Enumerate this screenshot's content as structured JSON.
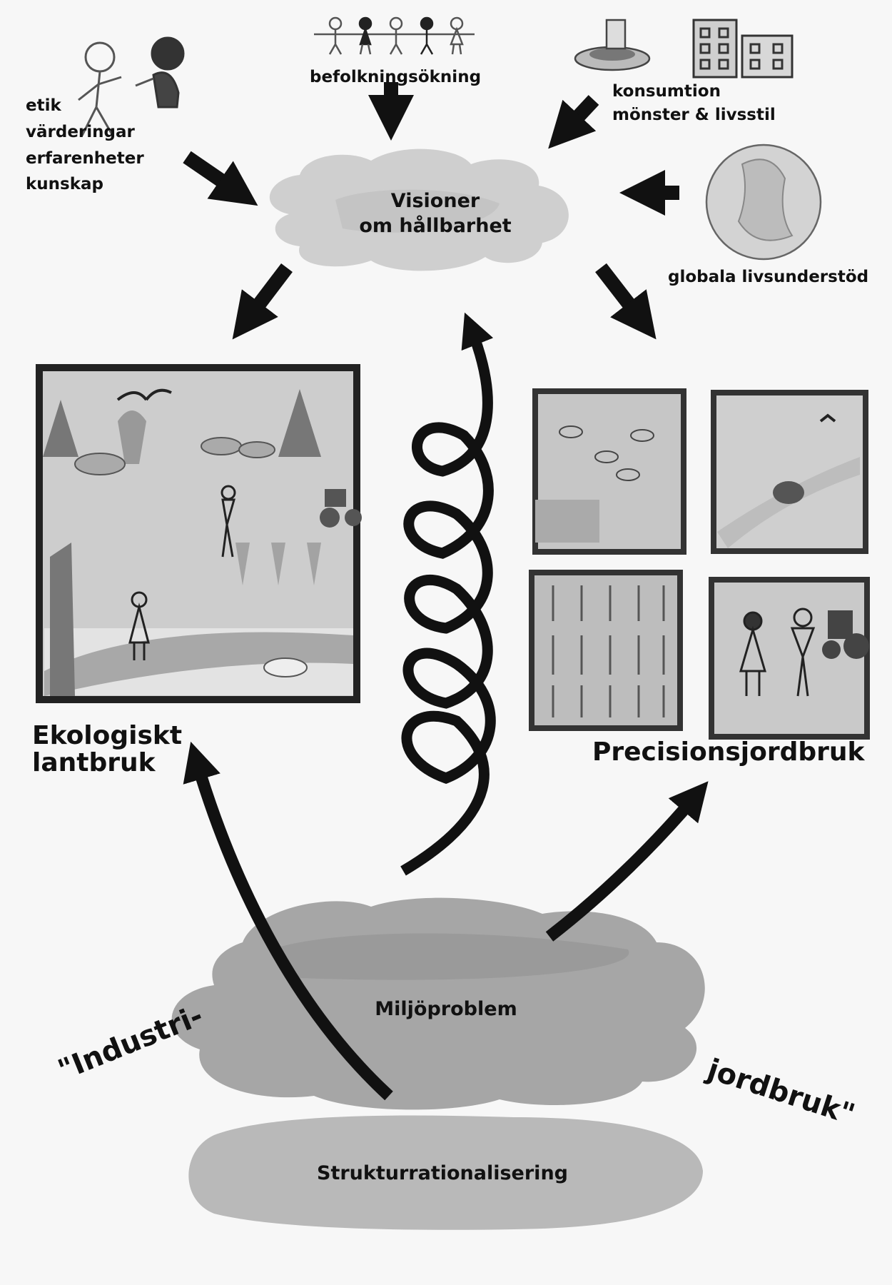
{
  "labels": {
    "population": "befolkningsökning",
    "ethics": [
      "etik",
      "värderingar",
      "erfarenheter",
      "kunskap"
    ],
    "consumption": [
      "konsumtion",
      "mönster & livsstil"
    ],
    "global": "globala livsunderstöd",
    "visions": [
      "Visioner",
      "om hållbarhet"
    ],
    "organic": [
      "Ekologiskt",
      "lantbruk"
    ],
    "precision": "Precisionsjordbruk",
    "environment": "Miljöproblem",
    "structural": "Strukturrationalisering",
    "industrial_left": "\"Industri-",
    "industrial_right": "jordbruk\""
  },
  "colors": {
    "ink": "#111111",
    "wash_dark": "#8f8f8f",
    "wash_mid": "#b4b4b4",
    "wash_light": "#d2d2d2",
    "paper": "#f7f7f7"
  },
  "icons": [
    "stick-figures-icon",
    "people-row-icon",
    "food-plate-icon",
    "buildings-icon",
    "globe-icon",
    "tractor-icon",
    "bird-icon",
    "tree-icon",
    "cow-icon",
    "farmer-icon"
  ]
}
